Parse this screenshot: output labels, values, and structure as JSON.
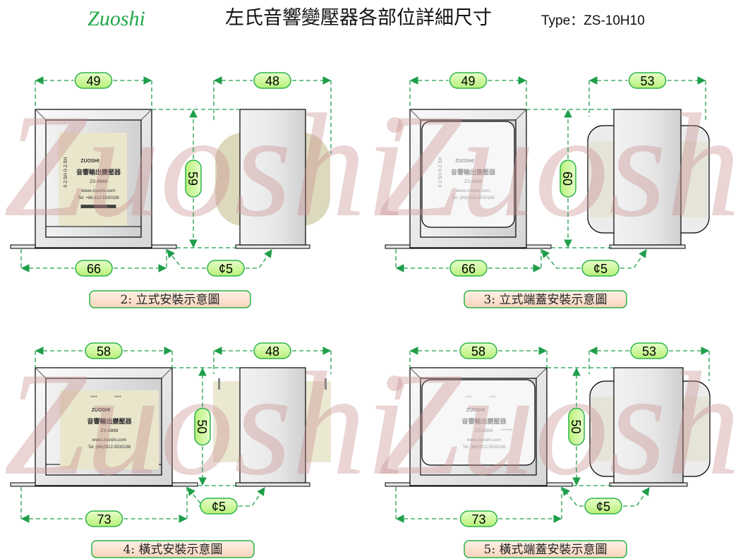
{
  "header": {
    "logo": "Zuoshi",
    "title": "左氏音響變壓器各部位詳細尺寸",
    "type_label": "Type：ZS-10H10"
  },
  "watermark": "Zuoshi",
  "nameplate": {
    "brand": "ZUOSHI",
    "product": "音響輸出變壓器",
    "model": "ZS-8888",
    "website": "www.zuoshi.com",
    "tel_a": "Tel: +86-312-5530188",
    "tel_b": "Tel: (86)0312-5530188",
    "taps": "0  2.5H  0  2.5H",
    "pins": "****",
    "marks": "*******"
  },
  "panels": [
    {
      "caption": "2: 立式安裝示意圖",
      "front_width": "49",
      "side_width": "48",
      "height": "59",
      "base_width": "66",
      "hole": "¢5"
    },
    {
      "caption": "3: 立式端蓋安裝示意圖",
      "front_width": "49",
      "side_width": "53",
      "height": "60",
      "base_width": "66",
      "hole": "¢5"
    },
    {
      "caption": "4: 橫式安裝示意圖",
      "front_width": "58",
      "side_width": "48",
      "height": "50",
      "base_width": "73",
      "hole": "¢5"
    },
    {
      "caption": "5: 橫式端蓋安裝示意圖",
      "front_width": "58",
      "side_width": "53",
      "height": "50",
      "base_width": "73",
      "hole": "¢5"
    }
  ],
  "colors": {
    "dim_line": "#1f9e4a",
    "pill_fill": "#ccff99",
    "caption_fill": "#fde0cc",
    "logo": "#22a84a"
  }
}
